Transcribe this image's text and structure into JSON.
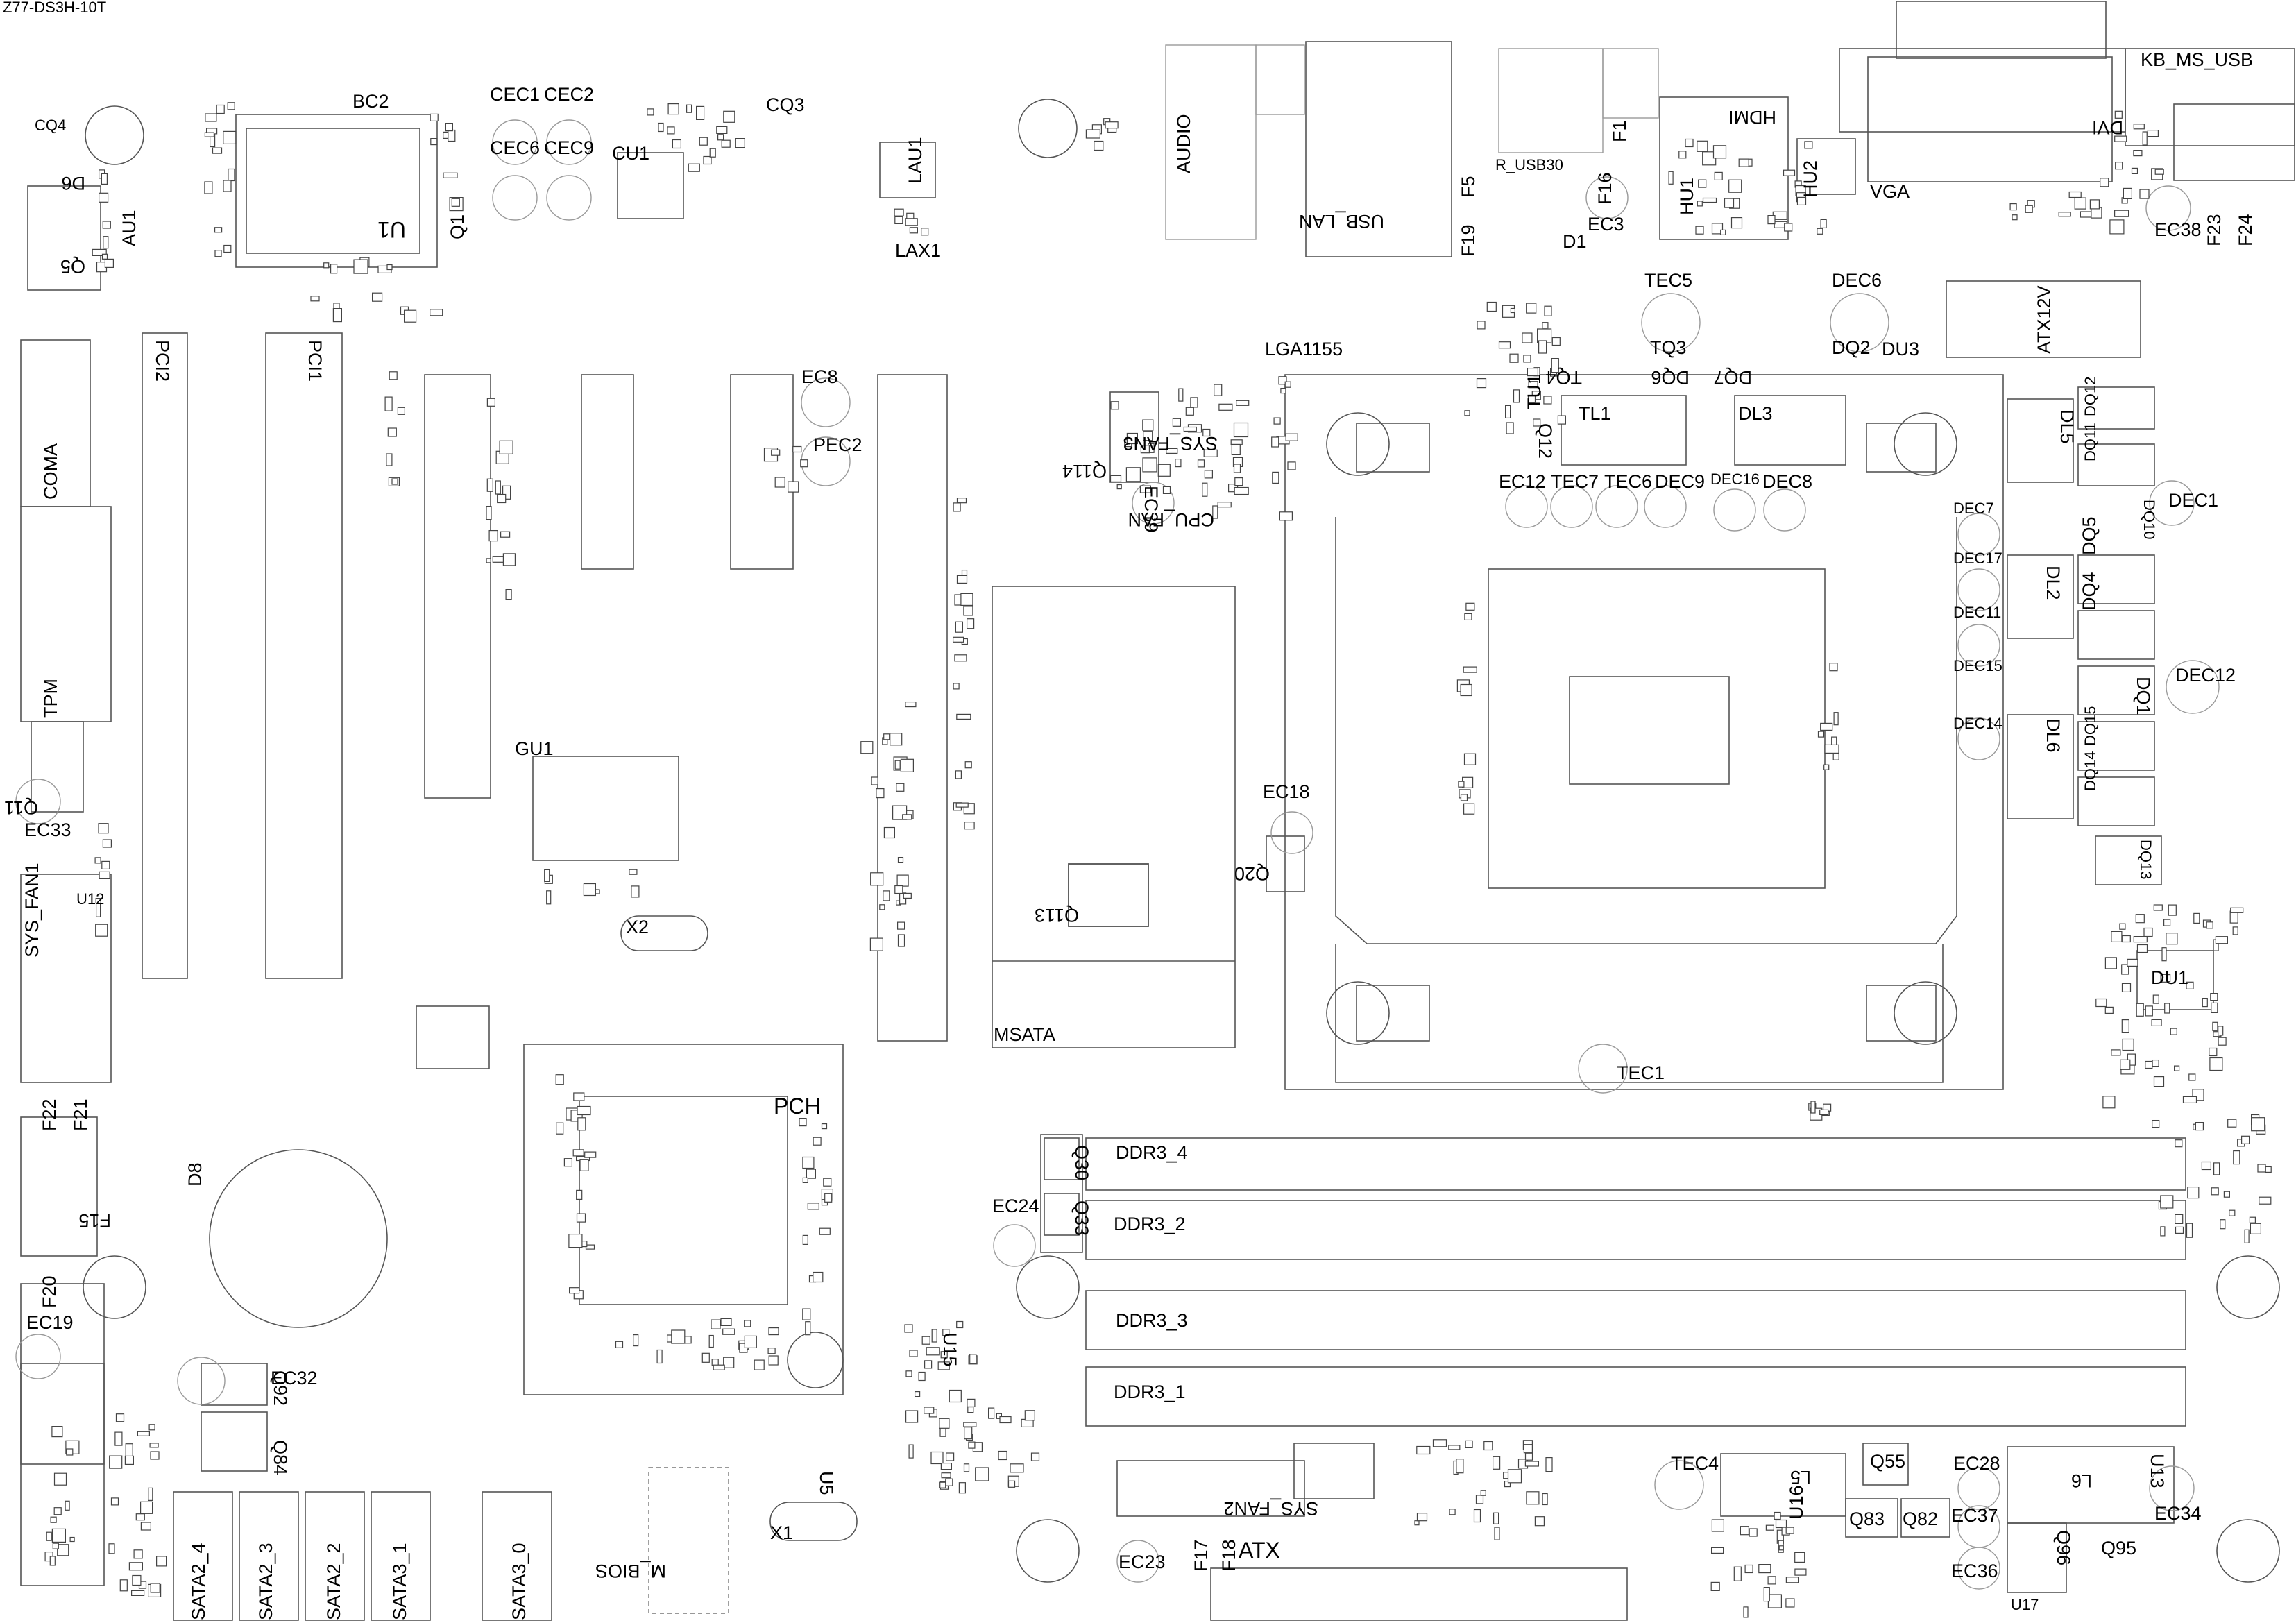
{
  "board": {
    "title": "Z77-DS3H-10T"
  },
  "labels": {
    "kb_ms_usb": "KB_MS_USB",
    "dvi": "DVI",
    "hdmi": "HDMI",
    "vga": "VGA",
    "audio": "AUDIO",
    "usb_lan": "USB_LAN",
    "r_usb30": "R_USB30",
    "lga1155": "LGA1155",
    "atx12v": "ATX12V",
    "pci1": "PCI1",
    "pci2": "PCI2",
    "coma": "COMA",
    "tpm": "TPM",
    "sys_fan1": "SYS_FAN1",
    "sys_fan2": "SYS_FAN2",
    "sys_fan3": "SYS_FAN3",
    "cpu_fan": "CPU_FAN",
    "msata": "MSATA",
    "pch": "PCH",
    "gu1": "GU1",
    "x1": "X1",
    "x2": "X2",
    "m_bios": "M_BIOS",
    "ddr3_1": "DDR3_1",
    "ddr3_2": "DDR3_2",
    "ddr3_3": "DDR3_3",
    "ddr3_4": "DDR3_4",
    "sata2_4": "SATA2_4",
    "sata2_3": "SATA2_3",
    "sata2_2": "SATA2_2",
    "sata3_1": "SATA3_1",
    "sata3_0": "SATA3_0",
    "atx": "ATX",
    "u1": "U1",
    "u5": "U5",
    "u12": "U12",
    "u13": "U13",
    "u15": "U15",
    "u16": "U16",
    "u17": "U17",
    "q1": "Q1",
    "au1": "AU1",
    "cu1": "CU1",
    "lau1": "LAU1",
    "lax1": "LAX1",
    "hu1": "HU1",
    "hu2": "HU2",
    "du1": "DU1",
    "du3": "DU3",
    "tu1": "TU1",
    "tl1": "TL1",
    "dl3": "DL3",
    "dl5": "DL5",
    "dl2": "DL2",
    "dl6": "DL6",
    "l5": "L5",
    "l6": "L6",
    "bc2": "BC2",
    "cec1": "CEC1",
    "cec2": "CEC2",
    "cec6": "CEC6",
    "cec9": "CEC9",
    "cq3": "CQ3",
    "cq4": "CQ4",
    "ec3": "EC3",
    "ec8": "EC8",
    "ec12": "EC12",
    "ec18": "EC18",
    "ec19": "EC19",
    "ec23": "EC23",
    "ec24": "EC24",
    "ec28": "EC28",
    "ec32": "EC32",
    "ec33": "EC33",
    "ec34": "EC34",
    "ec36": "EC36",
    "ec37": "EC37",
    "ec38": "EC38",
    "ec39": "EC39",
    "pec2": "PEC2",
    "tec1": "TEC1",
    "tec4": "TEC4",
    "tec5": "TEC5",
    "tec6": "TEC6",
    "tec7": "TEC7",
    "dec1": "DEC1",
    "dec6": "DEC6",
    "dec7": "DEC7",
    "dec8": "DEC8",
    "dec9": "DEC9",
    "dec11": "DEC11",
    "dec12": "DEC12",
    "dec14": "DEC14",
    "dec15": "DEC15",
    "dec16": "DEC16",
    "dec17": "DEC17",
    "f1": "F1",
    "f5": "F5",
    "f15": "F15",
    "f16": "F16",
    "f17": "F17",
    "f18": "F18",
    "f19": "F19",
    "f20": "F20",
    "f21": "F21",
    "f22": "F22",
    "f23": "F23",
    "f24": "F24",
    "d1": "D1",
    "d8": "D8",
    "tq3": "TQ3",
    "tq4": "TQ4",
    "dq2": "DQ2",
    "dq6": "DQ6",
    "dq7": "DQ7",
    "dq1": "DQ1",
    "dq4": "DQ4",
    "dq5": "DQ5",
    "dq10": "DQ10",
    "dq11": "DQ11",
    "dq12": "DQ12",
    "dq13": "DQ13",
    "dq14": "DQ14",
    "dq15": "DQ15",
    "q11": "Q11",
    "q12": "Q12",
    "q20": "Q20",
    "q30": "Q30",
    "q33": "Q33",
    "q55": "Q55",
    "q82": "Q82",
    "q83": "Q83",
    "q84": "Q84",
    "q92": "Q92",
    "q95": "Q95",
    "q96": "Q96",
    "q113": "Q113",
    "q114": "Q114",
    "q5": "Q5",
    "d6": "D6"
  }
}
